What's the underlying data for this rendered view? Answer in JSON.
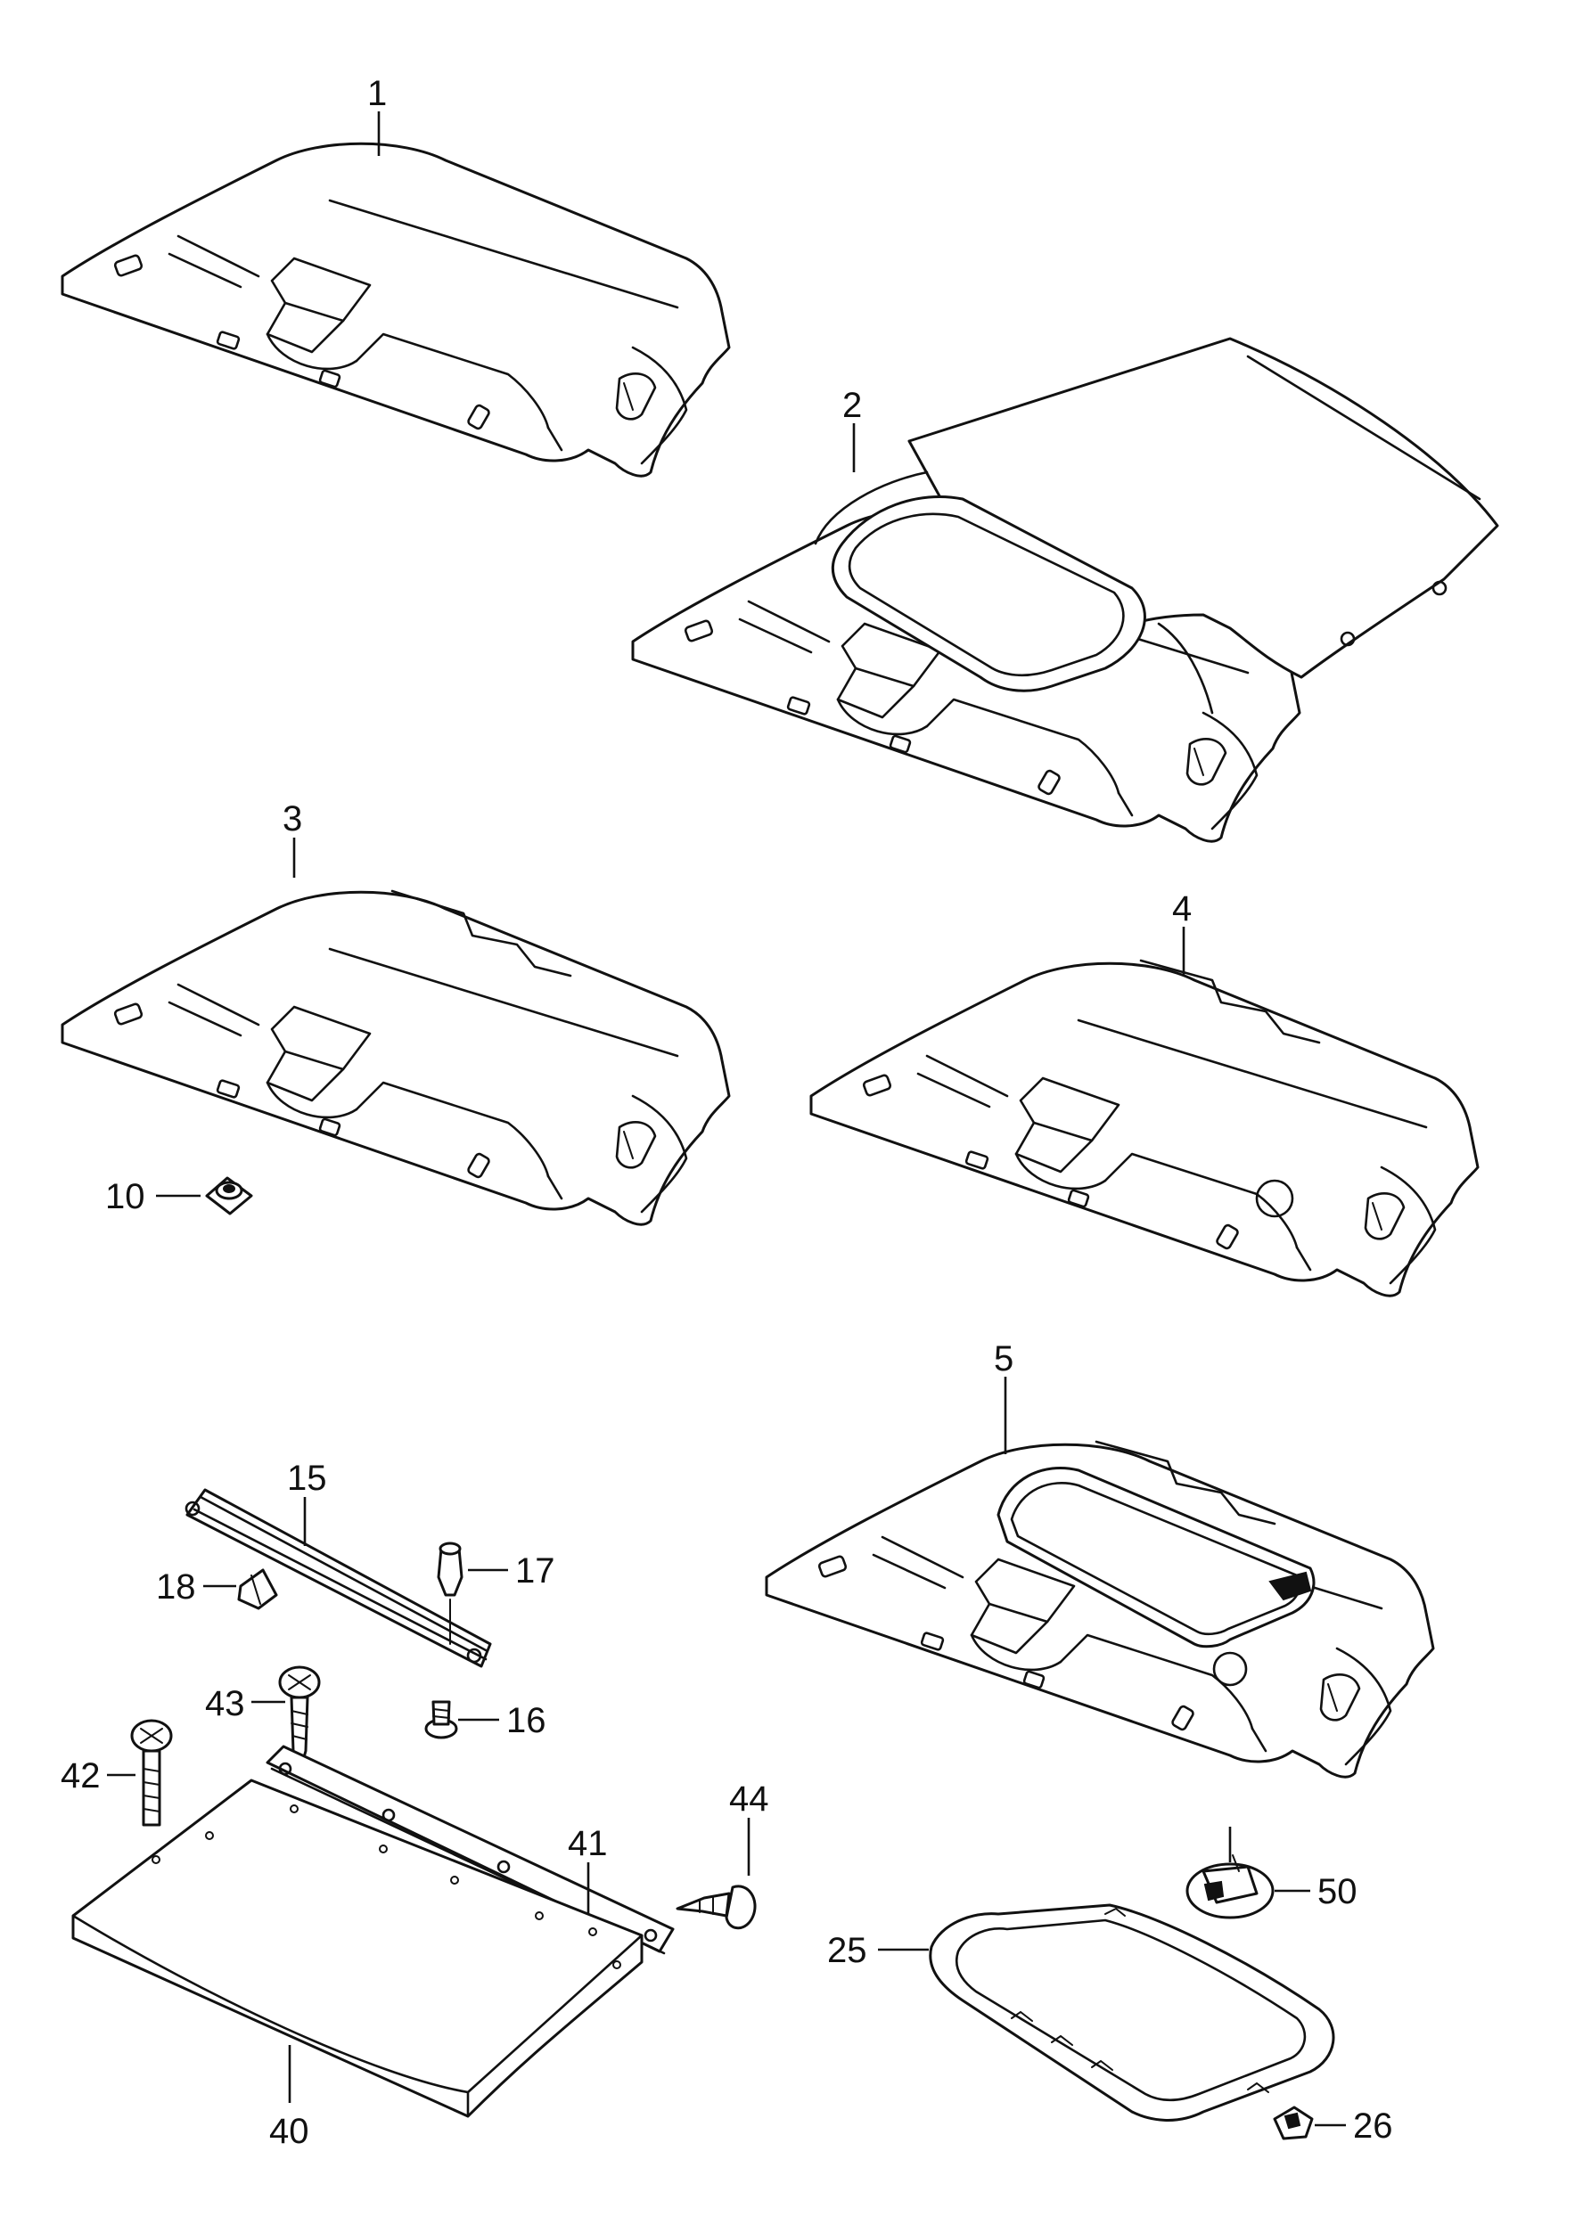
{
  "callouts": [
    {
      "id": "c1",
      "text": "1"
    },
    {
      "id": "c2",
      "text": "2"
    },
    {
      "id": "c3",
      "text": "3"
    },
    {
      "id": "c4",
      "text": "4"
    },
    {
      "id": "c5",
      "text": "5"
    },
    {
      "id": "c10",
      "text": "10"
    },
    {
      "id": "c15",
      "text": "15"
    },
    {
      "id": "c16",
      "text": "16"
    },
    {
      "id": "c17",
      "text": "17"
    },
    {
      "id": "c18",
      "text": "18"
    },
    {
      "id": "c25",
      "text": "25"
    },
    {
      "id": "c26",
      "text": "26"
    },
    {
      "id": "c40",
      "text": "40"
    },
    {
      "id": "c41",
      "text": "41"
    },
    {
      "id": "c42",
      "text": "42"
    },
    {
      "id": "c43",
      "text": "43"
    },
    {
      "id": "c44",
      "text": "44"
    },
    {
      "id": "c50",
      "text": "50"
    }
  ],
  "colors": {
    "line": "#111111",
    "background": "#ffffff"
  }
}
